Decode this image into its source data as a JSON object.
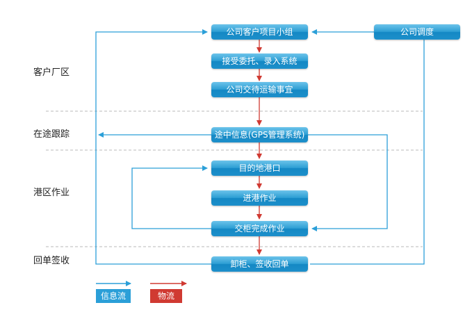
{
  "colors": {
    "info_flow": "#2b9fd8",
    "material_flow": "#d03a32",
    "divider": "#b8b8b8"
  },
  "phases": [
    {
      "label": "客户厂区"
    },
    {
      "label": "在途跟踪"
    },
    {
      "label": "港区作业"
    },
    {
      "label": "回单签收"
    }
  ],
  "nodes": {
    "project_team": "公司客户项目小组",
    "accept_order": "接受委托、录入系统",
    "transport": "公司交待运输事宜",
    "in_transit": "途中信息(GPS管理系统)",
    "destination_port": "目的地港口",
    "enter_port": "进港作业",
    "container_done": "交柜完成作业",
    "unload_sign": "卸柜、签收回单",
    "dispatch": "公司调度"
  },
  "legend": {
    "info_flow": "信息流",
    "material_flow": "物流"
  }
}
